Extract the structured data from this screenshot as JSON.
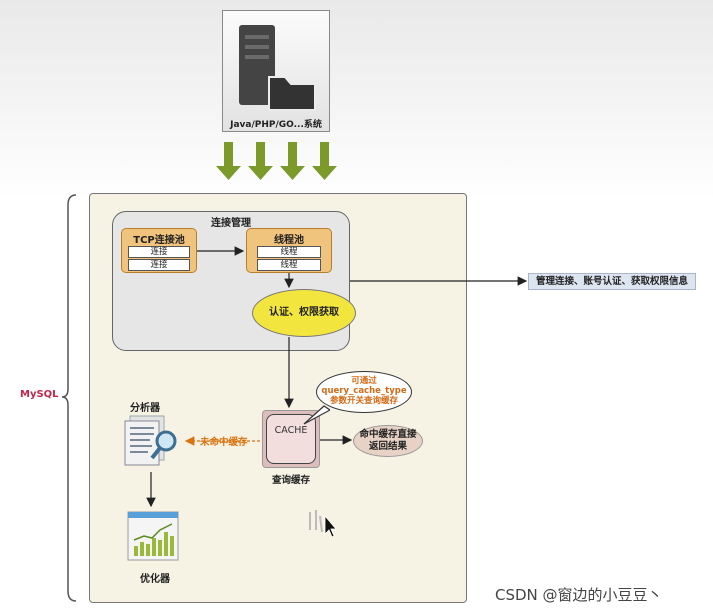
{
  "client": {
    "label": "Java/PHP/GO...系统"
  },
  "mysql_label": "MySQL",
  "connection": {
    "title": "连接管理",
    "tcp_pool": {
      "title": "TCP连接池",
      "slots": [
        "连接",
        "连接"
      ]
    },
    "thread_pool": {
      "title": "线程池",
      "slots": [
        "线程",
        "线程"
      ]
    },
    "auth": "认证、权限获取"
  },
  "side_note": "管理连接、账号认证、获取权限信息",
  "cache": {
    "inner_text": "CACHE",
    "label": "查询缓存",
    "note_lines": [
      "可通过",
      "query_cache_type",
      "参数开关查询缓存"
    ],
    "hit_lines": [
      "命中缓存直接",
      "返回结果"
    ],
    "miss": "未命中缓存"
  },
  "analyzer": "分析器",
  "optimizer": "优化器",
  "watermark": "CSDN @窗边的小豆豆丶",
  "colors": {
    "arrow_green": "#7c9a2a",
    "pool_fill": "#f1c47d",
    "auth_fill": "#f2e53e",
    "cache_fill": "#ddbdbb",
    "mysql_label": "#c0264c",
    "note_orange": "#d26a16"
  }
}
